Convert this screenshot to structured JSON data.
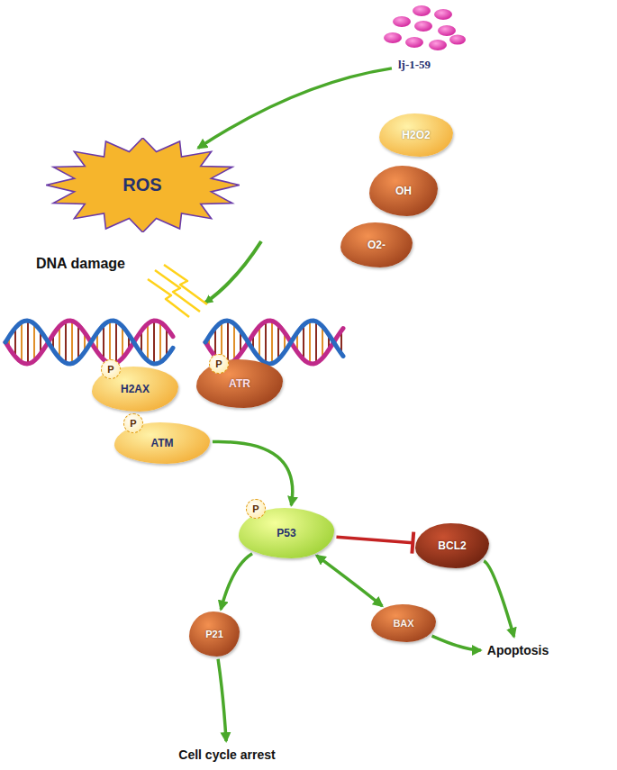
{
  "diagram": {
    "nodes": [
      {
        "text": [
          "lj-1-59"
        ]
      },
      {
        "text": [
          "H2O2"
        ]
      },
      {
        "text": [
          "ROS"
        ]
      },
      {
        "text": [
          "OH"
        ]
      },
      {
        "text": [
          "O2-"
        ]
      },
      {
        "text": [
          "H2AX"
        ]
      },
      {
        "text": [
          "P"
        ],
        "in": 5
      },
      {
        "text": [
          "ATR"
        ]
      },
      {
        "text": [
          "P"
        ],
        "in": 7
      },
      {
        "text": [
          "ATM"
        ]
      },
      {
        "text": [
          "P"
        ],
        "in": 9
      },
      {
        "text": [
          "P53"
        ]
      },
      {
        "text": [
          "P"
        ],
        "in": 11
      },
      {
        "text": [
          "BCL2"
        ]
      },
      {
        "text": [
          "BAX"
        ]
      },
      {
        "text": [
          "Apoptosis"
        ]
      },
      {
        "text": [
          "P21"
        ]
      },
      {
        "text": [
          "Cell cycle arrest"
        ]
      }
    ],
    "edges": [
      {
        "from": 0,
        "to": 2,
        "arrow": "to"
      },
      {
        "from": 9,
        "to": 11,
        "arrow": "to"
      },
      {
        "from": 11,
        "to": 13,
        "arrow": "to"
      },
      {
        "from": 11,
        "to": 14,
        "arrow": "both"
      },
      {
        "from": 13,
        "to": 15,
        "arrow": "to"
      },
      {
        "from": 14,
        "to": 15,
        "arrow": "to"
      },
      {
        "from": 11,
        "to": 16,
        "arrow": "to"
      },
      {
        "from": 16,
        "to": 17,
        "arrow": "to"
      }
    ],
    "labels": [
      "DNA damage"
    ]
  }
}
